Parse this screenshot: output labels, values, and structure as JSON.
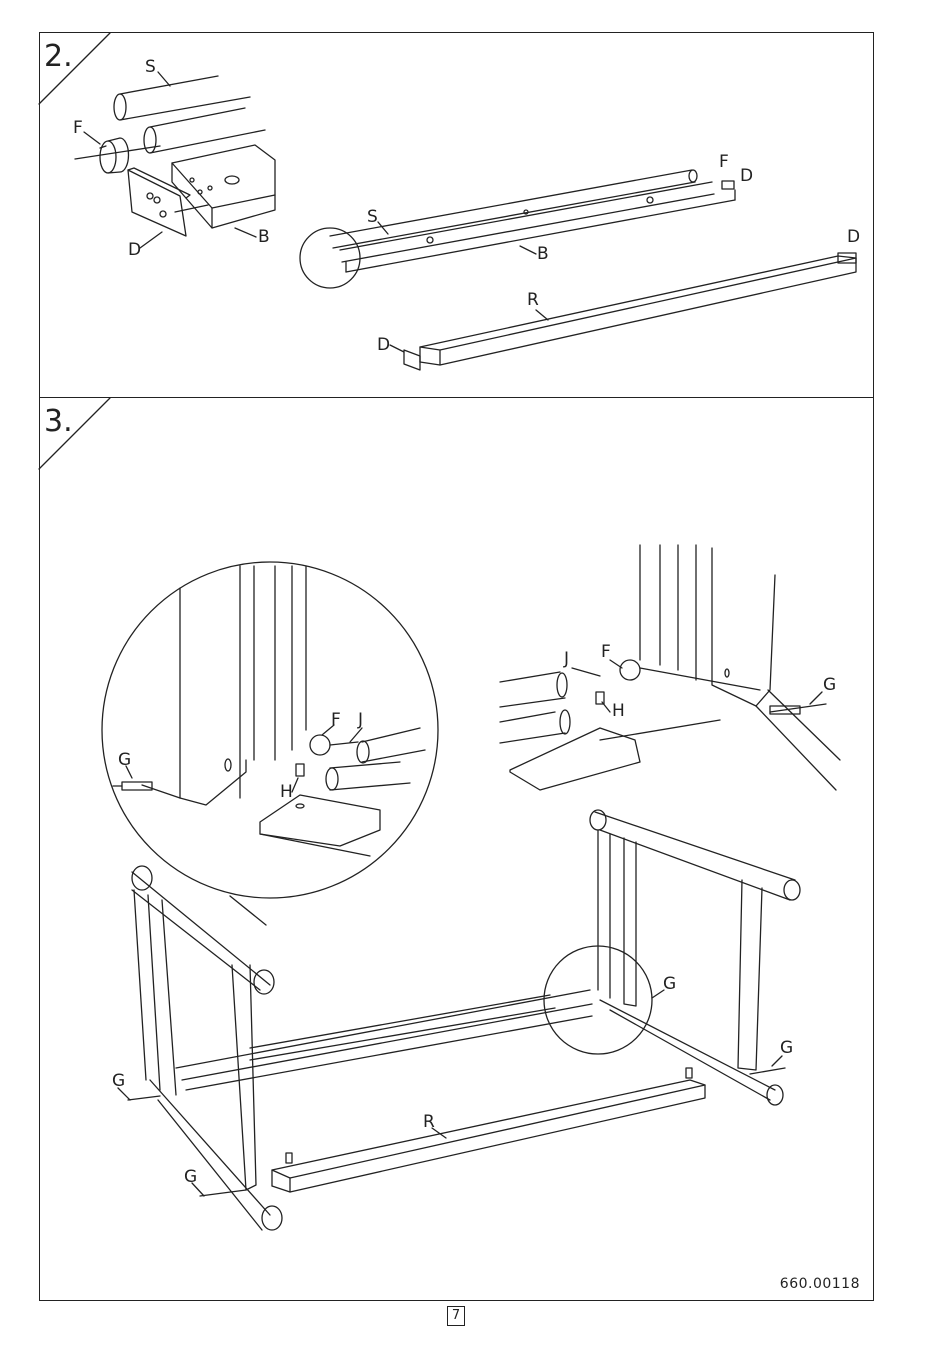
{
  "steps": [
    {
      "number": "2.",
      "labels": [
        "S",
        "F",
        "D",
        "B",
        "S",
        "B",
        "F",
        "D",
        "D",
        "R",
        "D"
      ]
    },
    {
      "number": "3.",
      "labels": [
        "F",
        "J",
        "G",
        "H",
        "J",
        "F",
        "H",
        "G",
        "G",
        "G",
        "R",
        "G",
        "G"
      ]
    }
  ],
  "document_code": "660.00118",
  "page_number": "7"
}
